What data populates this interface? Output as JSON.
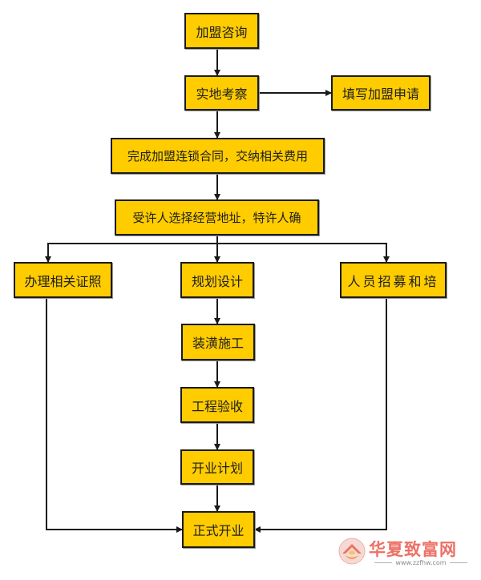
{
  "flowchart": {
    "nodes": {
      "consult": "加盟咨询",
      "inspect": "实地考察",
      "apply": "填写加盟申请",
      "contract": "完成加盟连锁合同，交纳相关费用",
      "site": "受许人选择经营地址，特许人确",
      "licenses": "办理相关证照",
      "design": "规划设计",
      "recruit": "人员招募和培",
      "construction": "装潢施工",
      "acceptance": "工程验收",
      "plan": "开业计划",
      "opening": "正式开业"
    },
    "edges": [
      [
        "consult",
        "inspect"
      ],
      [
        "inspect",
        "apply"
      ],
      [
        "inspect",
        "contract"
      ],
      [
        "contract",
        "site"
      ],
      [
        "site",
        "licenses"
      ],
      [
        "site",
        "design"
      ],
      [
        "site",
        "recruit"
      ],
      [
        "design",
        "construction"
      ],
      [
        "construction",
        "acceptance"
      ],
      [
        "acceptance",
        "plan"
      ],
      [
        "plan",
        "opening"
      ],
      [
        "licenses",
        "opening"
      ],
      [
        "recruit",
        "opening"
      ]
    ],
    "colors": {
      "node_fill": "#FFCC00",
      "node_border": "#1a1a1a",
      "edge": "#1a1a1a"
    }
  },
  "watermark": {
    "title": "华夏致富网",
    "url": "www.zzfhw.com",
    "color": "#ec7166"
  }
}
